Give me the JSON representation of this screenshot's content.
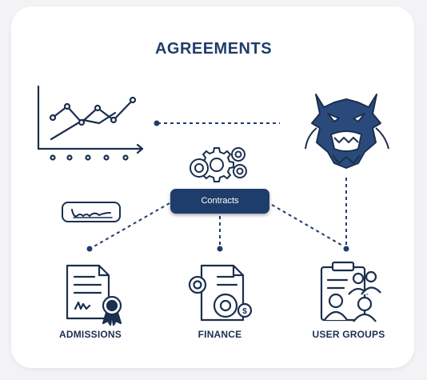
{
  "title": "AGREEMENTS",
  "center_node": {
    "label": "Contracts"
  },
  "nodes": [
    {
      "label": "ADMISSIONS"
    },
    {
      "label": "FINANCE"
    },
    {
      "label": "USER GROUPS"
    }
  ],
  "colors": {
    "navy": "#1f3d6b",
    "ink": "#1b2f4e",
    "background": "#f3f3f5",
    "card": "#ffffff"
  },
  "icons": [
    "line-chart-icon",
    "dragon-mask-icon",
    "gears-icon",
    "signature-icon",
    "certificate-document-icon",
    "finance-document-icon",
    "user-groups-clipboard-icon"
  ]
}
